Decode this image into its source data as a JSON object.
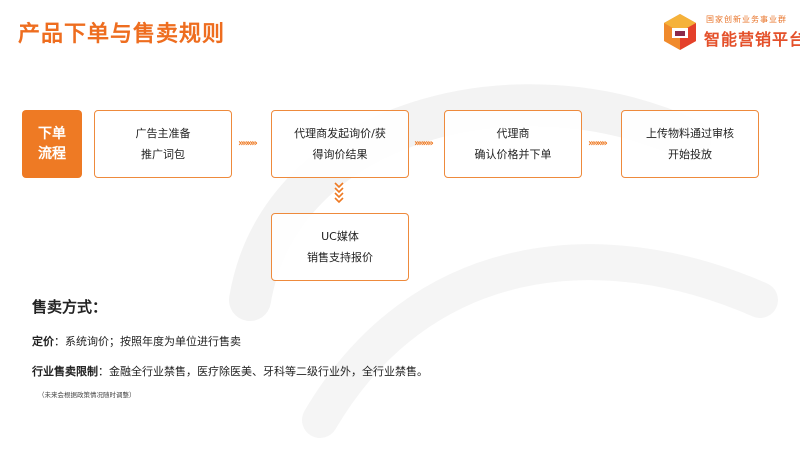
{
  "header": {
    "title": "产品下单与售卖规则",
    "logo_tagline": "国家创新业务事业群",
    "logo_name": "智能营销平台"
  },
  "flow": {
    "label_line1": "下单",
    "label_line2": "流程",
    "steps": [
      {
        "line1": "广告主准备",
        "line2": "推广词包"
      },
      {
        "line1": "代理商发起询价/获",
        "line2": "得询价结果"
      },
      {
        "line1": "代理商",
        "line2": "确认价格并下单"
      },
      {
        "line1": "上传物料通过审核",
        "line2": "开始投放"
      }
    ],
    "side_step": {
      "line1": "UC媒体",
      "line2": "销售支持报价"
    },
    "arrow_glyph": "»»»»"
  },
  "rules": {
    "section_title": "售卖方式：",
    "price_label": "定价",
    "price_text": "：系统询价；按照年度为单位进行售卖",
    "restriction_label": "行业售卖限制",
    "restriction_text": "：金融全行业禁售，医疗除医美、牙科等二级行业外，全行业禁售。",
    "note": "（未来会根据政策情况随时调整）"
  },
  "colors": {
    "accent": "#ee7a24",
    "title": "#ee6d1f",
    "box_border": "#ee8a3c"
  }
}
